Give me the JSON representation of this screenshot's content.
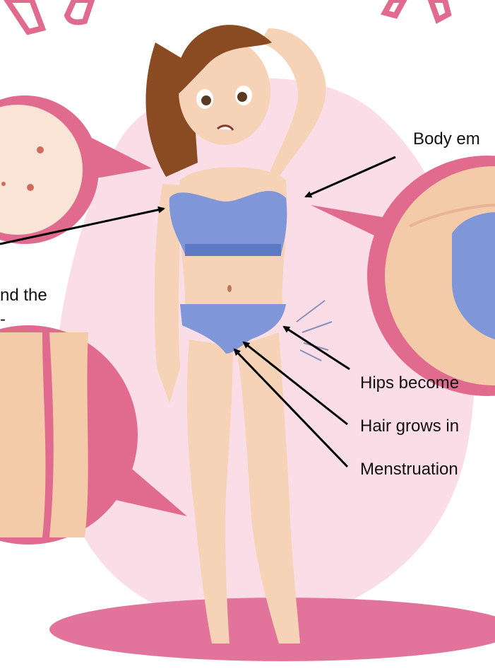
{
  "title_fragment": "pu",
  "labels": {
    "body_emits": "Body em",
    "around_the": "nd the",
    "around_the_next_line": "-",
    "hips_become": "Hips become",
    "hair_grows": "Hair grows in",
    "menstruation": "Menstruation"
  },
  "colors": {
    "accent_pink": "#e06b8e",
    "background_blob": "#fbdde8",
    "floor_shadow": "#e2739a",
    "clothing_blue": "#7f97d8",
    "skin": "#f6d3b6",
    "hair": "#8a4a22"
  }
}
